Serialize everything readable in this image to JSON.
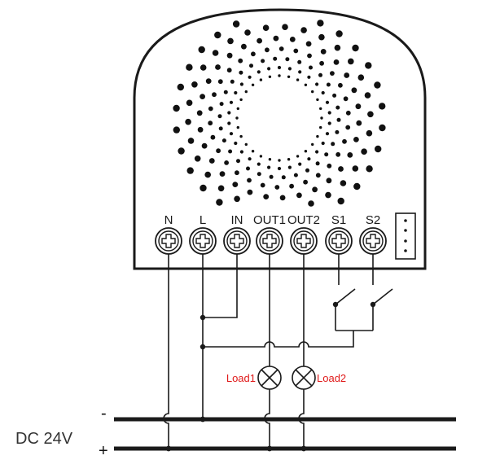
{
  "colors": {
    "line": "#1a1a1a",
    "dot": "#111111",
    "load_label": "#e01a1a",
    "text": "#222222"
  },
  "module": {
    "terminals": [
      "N",
      "L",
      "IN",
      "OUT1",
      "OUT2",
      "S1",
      "S2"
    ],
    "connector_icon": "4-pin-connector-icon"
  },
  "loads": {
    "load1": "Load1",
    "load2": "Load2"
  },
  "power": {
    "label": "DC 24V",
    "negative": "-",
    "positive": "+"
  }
}
